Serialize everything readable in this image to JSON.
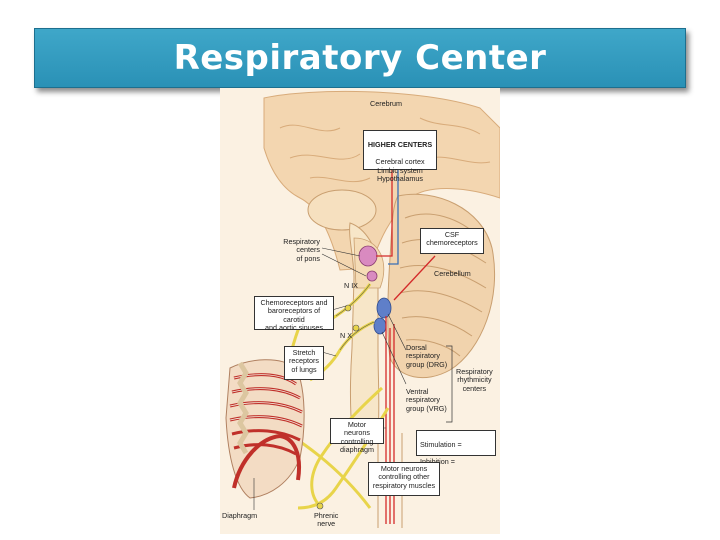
{
  "slide": {
    "title": "Respiratory Center"
  },
  "diagram": {
    "cerebrum": "Cerebrum",
    "higher_centers": {
      "heading": "HIGHER CENTERS",
      "lines": "Cerebral cortex\nLimbic system\nHypothalamus"
    },
    "csf": "CSF\nchemoreceptors",
    "cerebellum": "Cerebellum",
    "pons_centers": "Respiratory\ncenters\nof pons",
    "nix": "N IX",
    "chemoreceptors": "Chemoreceptors and\nbaroreceptors of carotid\nand aortic sinuses",
    "nx": "N X",
    "stretch": "Stretch\nreceptors\nof lungs",
    "drg": "Dorsal\nrespiratory\ngroup (DRG)",
    "vrg": "Ventral\nrespiratory\ngroup (VRG)",
    "rhythmicity": "Respiratory\nrhythmicity\ncenters",
    "motor_diaphragm": "Motor neurons\ncontrolling\ndiaphragm",
    "legend_stimulation": "Stimulation =",
    "legend_inhibition": "Inhibition =",
    "motor_other": "Motor neurons\ncontrolling other\nrespiratory muscles",
    "diaphragm": "Diaphragm",
    "phrenic": "Phrenic\nnerve"
  },
  "colors": {
    "title_bar": "#2e97bb",
    "stimulation": "#d42a2a",
    "inhibition": "#3a6fb5",
    "nerve": "#e8d44a",
    "pons": "#d98ac0",
    "medulla": "#5f7fc9"
  }
}
